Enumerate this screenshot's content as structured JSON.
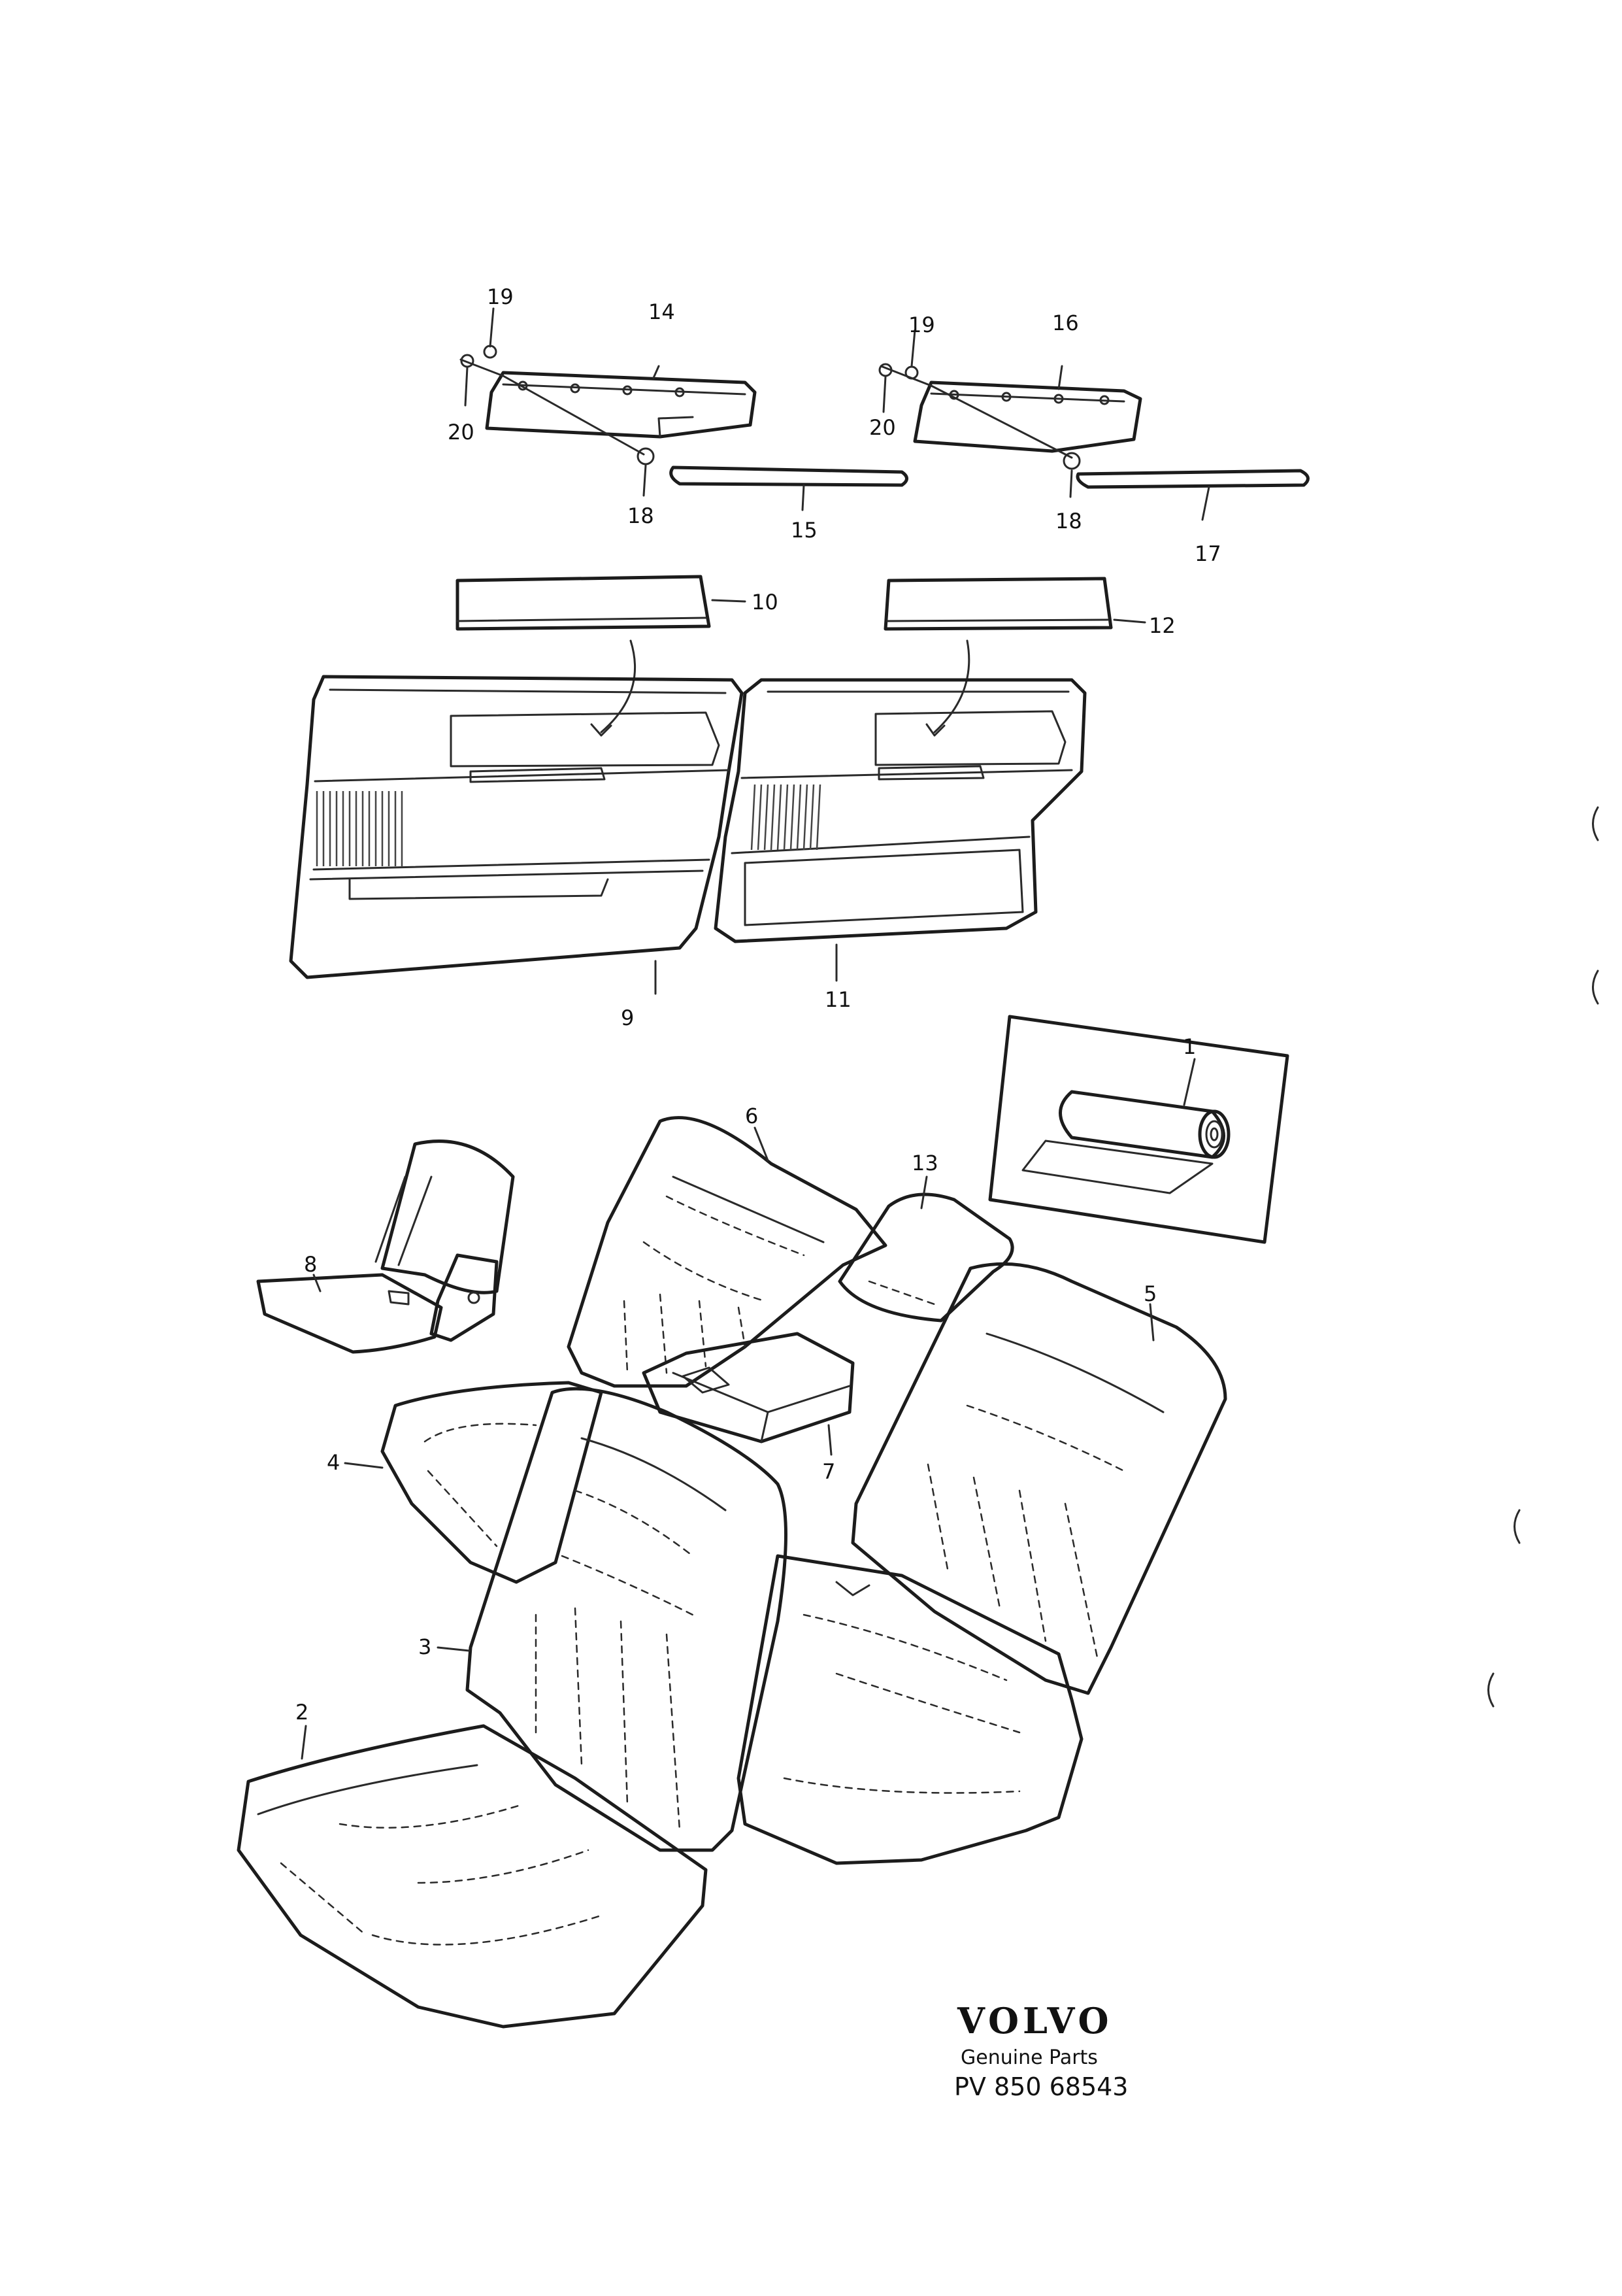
{
  "callouts": [
    "1",
    "2",
    "3",
    "4",
    "5",
    "6",
    "7",
    "8",
    "9",
    "10",
    "11",
    "12",
    "13",
    "14",
    "15",
    "16",
    "17",
    "18",
    "18",
    "19",
    "19",
    "20",
    "20"
  ],
  "brand": {
    "logo": "VOLVO",
    "subtitle": "Genuine Parts",
    "code": "PV 850 68543"
  }
}
